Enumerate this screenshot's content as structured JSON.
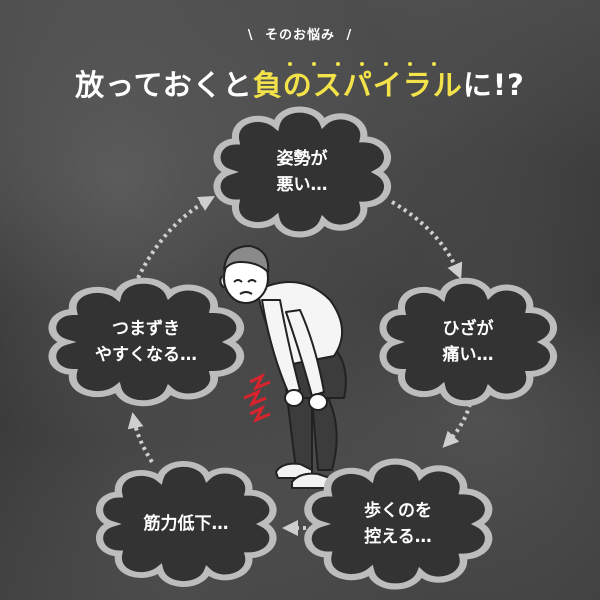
{
  "header": {
    "subtitle_prefix": "\\",
    "subtitle": "そのお悩み",
    "subtitle_suffix": "/",
    "title_before": "放っておくと",
    "title_highlight": "負のスパイラル",
    "title_after": "に!?"
  },
  "cycle": [
    {
      "id": "posture",
      "lines": [
        "姿勢が",
        "悪い…"
      ]
    },
    {
      "id": "knee",
      "lines": [
        "ひざが",
        "痛い…"
      ]
    },
    {
      "id": "walk",
      "lines": [
        "歩くのを",
        "控える…"
      ]
    },
    {
      "id": "muscle",
      "lines": [
        "筋力低下…"
      ]
    },
    {
      "id": "trip",
      "lines": [
        "つまずき",
        "やすくなる…"
      ]
    }
  ],
  "colors": {
    "highlight": "#f4e24a",
    "node_fill": "#333333",
    "node_border": "#bdbdbd",
    "arrow": "#cfcfcf",
    "pain_mark": "#d9232d"
  },
  "illustration": "elderly-man-knee-pain"
}
